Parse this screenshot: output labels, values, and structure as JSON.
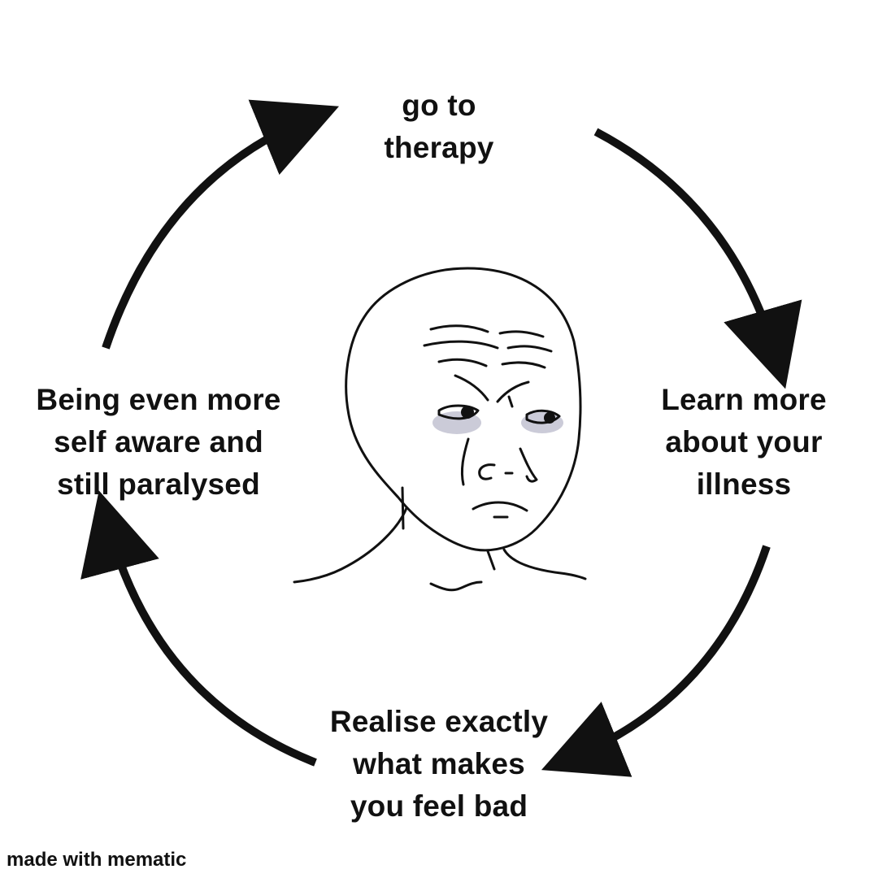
{
  "cycle": {
    "steps": [
      {
        "lines": [
          "go to",
          "therapy"
        ]
      },
      {
        "lines": [
          "Learn more",
          "about your",
          "illness"
        ]
      },
      {
        "lines": [
          "Realise exactly",
          "what makes",
          "you feel bad"
        ]
      },
      {
        "lines": [
          "Being even more",
          "self aware and",
          "still paralysed"
        ]
      }
    ]
  },
  "center_image": {
    "icon": "sad-wojak-face-icon"
  },
  "watermark": "made with mematic",
  "colors": {
    "background": "#ffffff",
    "ink": "#111111",
    "eye_shadow": "#8c8ca8"
  }
}
